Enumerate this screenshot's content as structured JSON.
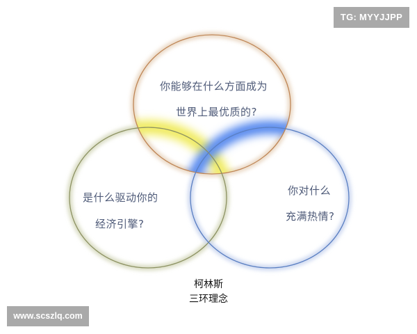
{
  "badges": {
    "top_right": "TG: MYYJJPP",
    "bottom_left": "www.scszlq.com"
  },
  "diagram": {
    "title_line1": "柯林斯",
    "title_line2": "三环理念",
    "circles": [
      {
        "id": "top",
        "line1": "你能够在什么方面成为",
        "line2": "世界上最优质的?",
        "stroke": "#c08a5a",
        "glow": "#e7d2b8"
      },
      {
        "id": "left",
        "line1": "是什么驱动你的",
        "line2": "经济引擎?",
        "stroke": "#8f9466",
        "glow": "#d4d7b8"
      },
      {
        "id": "right",
        "line1": "你对什么",
        "line2": "充满热情?",
        "stroke": "#5b7fc0",
        "glow": "#c6d3ef"
      }
    ],
    "highlights": {
      "top_left_overlap": "#f5f07a",
      "top_right_overlap": "#6f9cf0"
    }
  }
}
